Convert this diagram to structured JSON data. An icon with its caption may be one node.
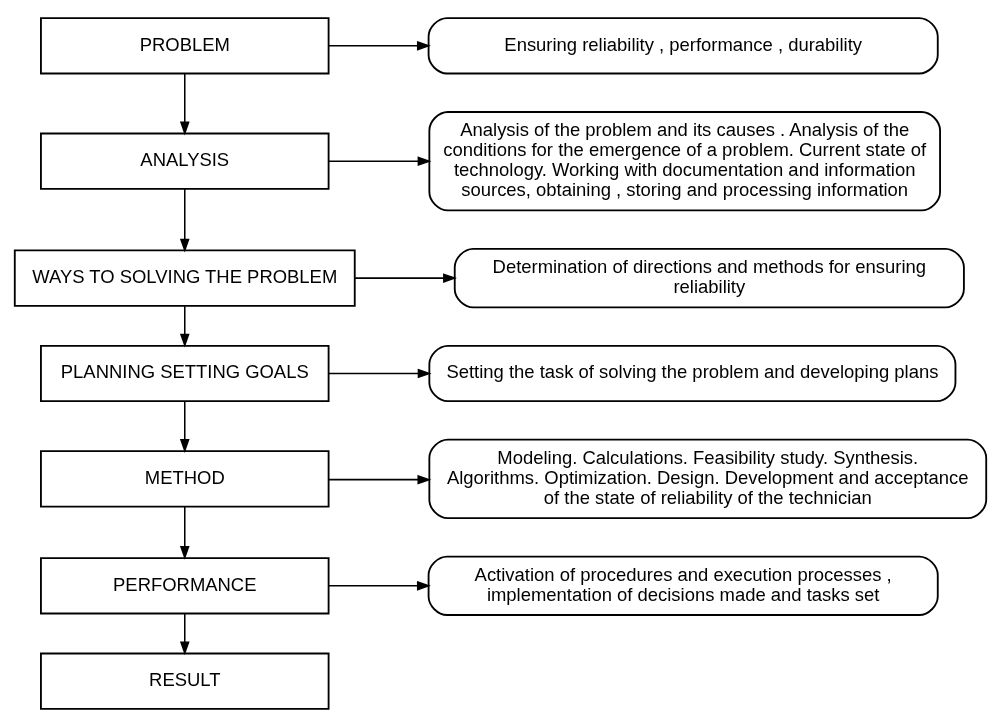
{
  "diagram": {
    "nodes": [
      {
        "text": [
          "PROBLEM"
        ]
      },
      {
        "text": [
          "Ensuring reliability , performance , durability"
        ]
      },
      {
        "text": [
          "ANALYSIS"
        ]
      },
      {
        "text": [
          "Analysis of the problem and its causes . Analysis of the conditions for the emergence of a problem. Current state of technology. Working with documentation and information sources, obtaining , storing and processing information"
        ]
      },
      {
        "text": [
          "WAYS TO SOLVING THE PROBLEM"
        ]
      },
      {
        "text": [
          "Determination of directions and methods for ensuring reliability"
        ]
      },
      {
        "text": [
          "PLANNING SETTING GOALS"
        ]
      },
      {
        "text": [
          "Setting the task of solving the problem and developing plans"
        ]
      },
      {
        "text": [
          "METHOD"
        ]
      },
      {
        "text": [
          "Modeling. Calculations. Feasibility study. Synthesis. Algorithms. Optimization. Design. Development and acceptance of the state of reliability of the technician"
        ]
      },
      {
        "text": [
          "PERFORMANCE"
        ]
      },
      {
        "text": [
          "Activation of procedures and execution processes , implementation of decisions made and tasks set"
        ]
      },
      {
        "text": [
          "RESULT"
        ]
      }
    ],
    "edges": [
      {
        "from": 0,
        "to": 1,
        "arrow": "to"
      },
      {
        "from": 0,
        "to": 2,
        "arrow": "to"
      },
      {
        "from": 2,
        "to": 3,
        "arrow": "to"
      },
      {
        "from": 2,
        "to": 4,
        "arrow": "to"
      },
      {
        "from": 4,
        "to": 5,
        "arrow": "to"
      },
      {
        "from": 4,
        "to": 6,
        "arrow": "to"
      },
      {
        "from": 6,
        "to": 7,
        "arrow": "to"
      },
      {
        "from": 6,
        "to": 8,
        "arrow": "to"
      },
      {
        "from": 8,
        "to": 9,
        "arrow": "to"
      },
      {
        "from": 8,
        "to": 10,
        "arrow": "to"
      },
      {
        "from": 10,
        "to": 11,
        "arrow": "to"
      },
      {
        "from": 10,
        "to": 12,
        "arrow": "to"
      }
    ]
  }
}
